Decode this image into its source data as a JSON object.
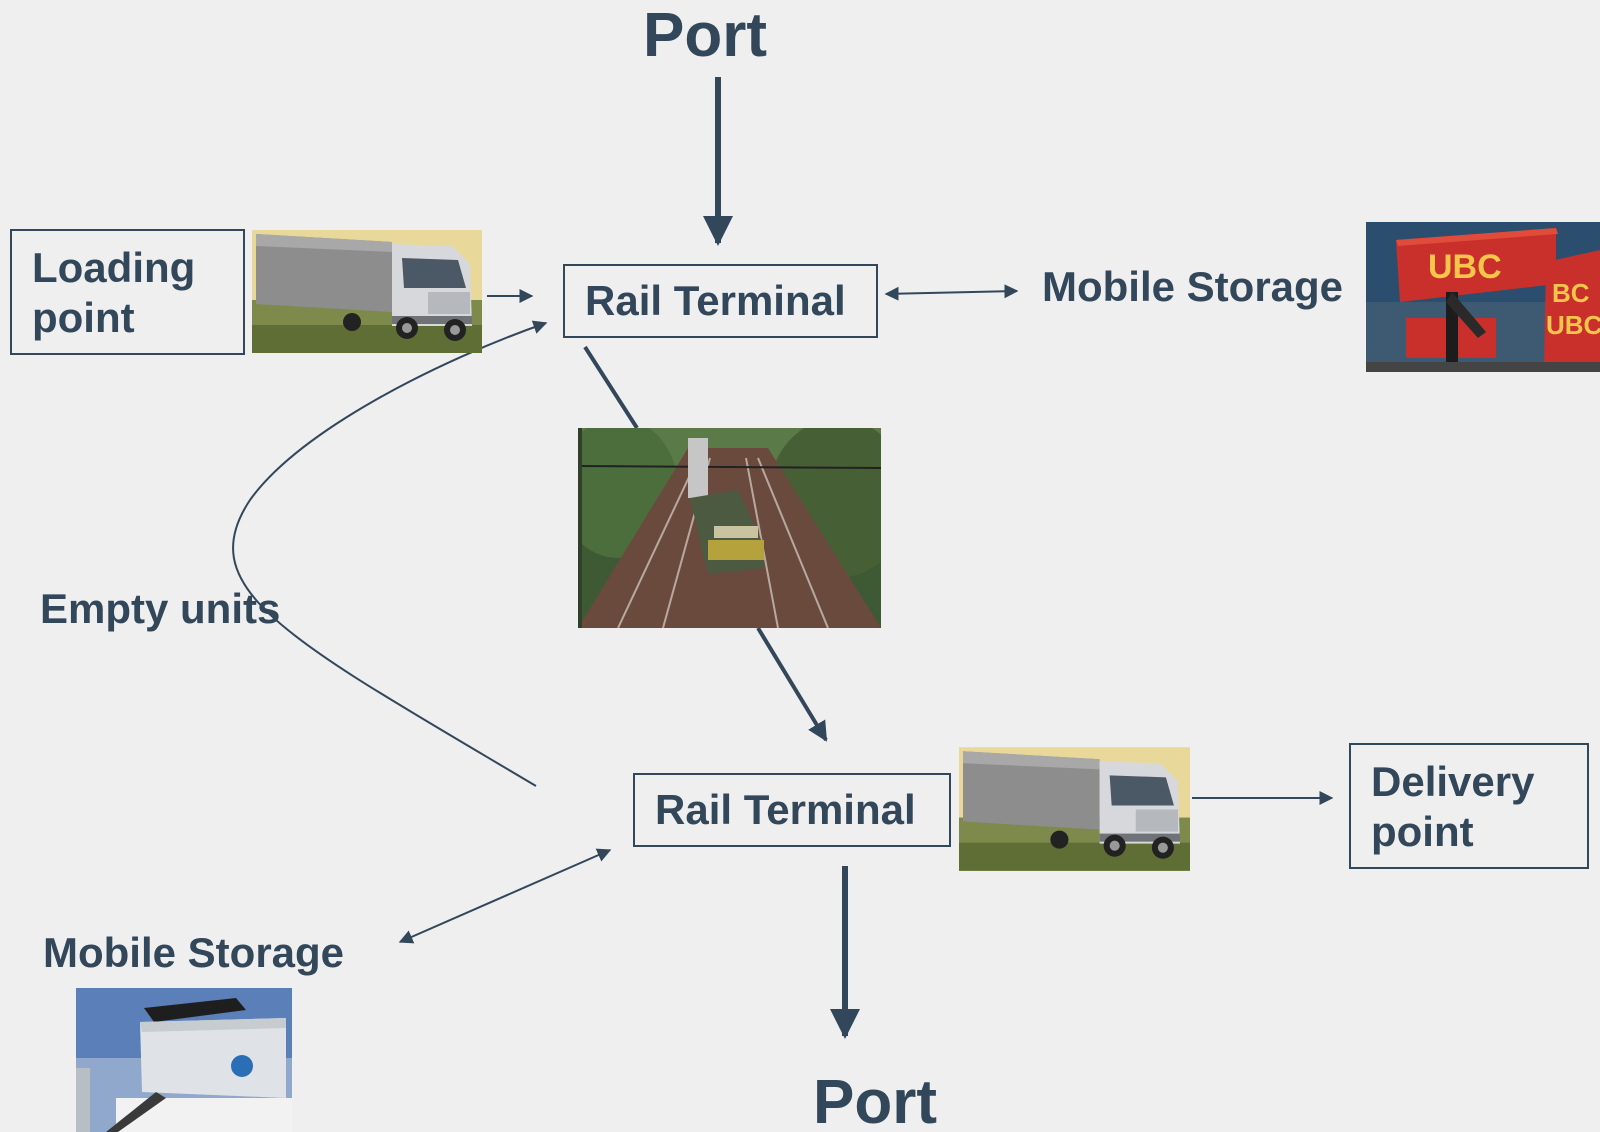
{
  "nodes": {
    "port_top": "Port",
    "port_bottom": "Port",
    "loading_point": [
      "Loading",
      "point"
    ],
    "rail_terminal_top": "Rail Terminal",
    "rail_terminal_bottom": "Rail Terminal",
    "mobile_storage_right": "Mobile Storage",
    "mobile_storage_left": "Mobile Storage",
    "delivery_point": [
      "Delivery",
      "point"
    ],
    "empty_units": "Empty units"
  },
  "images": {
    "truck_top": "truck-photo",
    "truck_bottom": "truck-photo",
    "container_stacker_right": "ubc-container-stacker-photo",
    "train": "freight-train-photo",
    "container_stacker_left": "container-reach-stacker-photo"
  },
  "colors": {
    "background": "#efefef",
    "ink": "#33475b"
  }
}
